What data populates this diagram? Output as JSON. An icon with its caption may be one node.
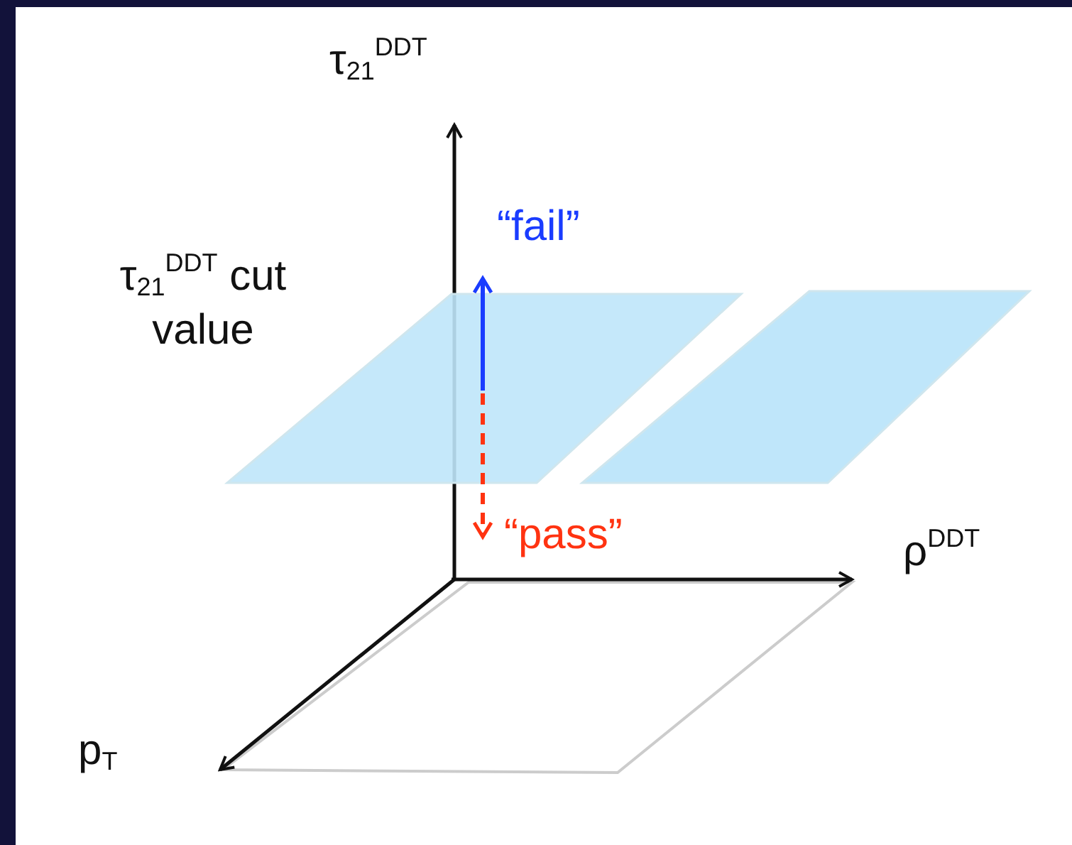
{
  "diagram": {
    "labels": [
      "τ$_{21}$$^{DDT}$",
      "“fail”",
      "τ$_{21}$$^{DDT}$ cut value",
      "“pass”",
      "ρ$^{DDT}$",
      "p$_{T}$"
    ]
  }
}
